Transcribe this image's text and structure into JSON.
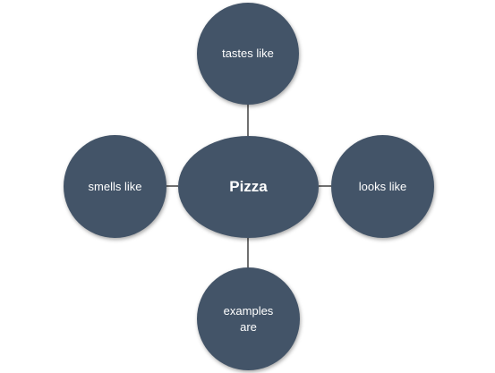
{
  "diagram": {
    "center": {
      "label": "Pizza",
      "color": "#435468"
    },
    "branches": [
      {
        "id": "top",
        "label": "tastes like"
      },
      {
        "id": "left",
        "label": "smells like"
      },
      {
        "id": "right",
        "label": "looks like"
      },
      {
        "id": "bottom",
        "label": "examples\nare"
      }
    ],
    "colors": {
      "node_fill": "#435468",
      "node_text": "#ffffff",
      "connector": "#333333",
      "background": "#ffffff"
    }
  }
}
